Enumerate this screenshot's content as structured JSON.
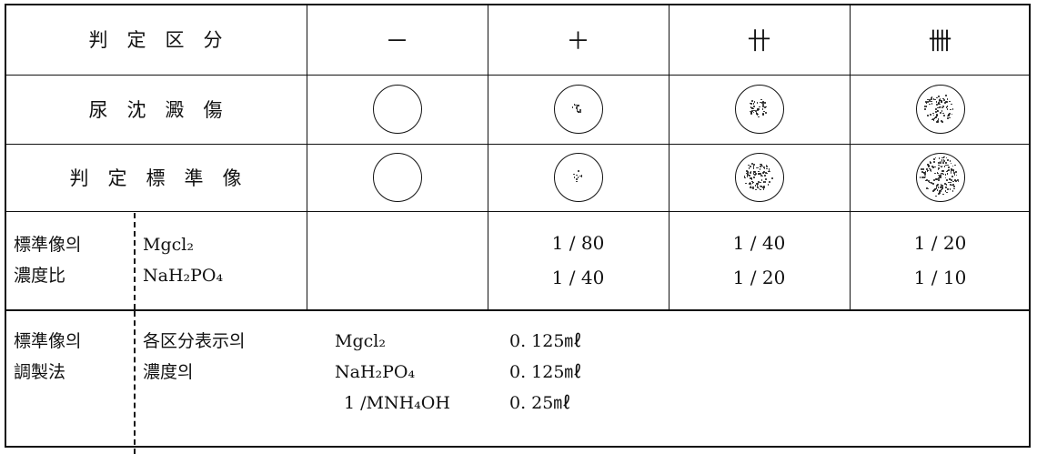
{
  "header_row": {
    "label": "判　定　区　分",
    "levels": [
      "－",
      "＋",
      "卄",
      "卌"
    ]
  },
  "row_sediment": {
    "label": "尿　沈　澱　傷"
  },
  "row_standard": {
    "label": "判　定　標　準　像"
  },
  "concentration": {
    "label_line1": "標準像의",
    "label_line2": "濃度比",
    "chem1": "Mgcl₂",
    "chem2": "NaH₂PO₄",
    "col2": [
      "1 / 80",
      "1 / 40"
    ],
    "col3": [
      "1 / 40",
      "1 / 20"
    ],
    "col4": [
      "1 / 20",
      "1 / 10"
    ]
  },
  "preparation": {
    "label_line1": "標準像의",
    "label_line2": "調製法",
    "desc_line1": "各区分表示의",
    "desc_line2": "濃度의",
    "reagents": [
      "Mgcl₂",
      "NaH₂PO₄",
      "1 /MNH₄OH"
    ],
    "amounts": [
      "0. 125㎖",
      "0. 125㎖",
      "0. 25㎖"
    ]
  },
  "circle_density": {
    "sediment": [
      0,
      0.08,
      0.3,
      0.55
    ],
    "standard": [
      0,
      0.06,
      0.6,
      1.0
    ]
  }
}
